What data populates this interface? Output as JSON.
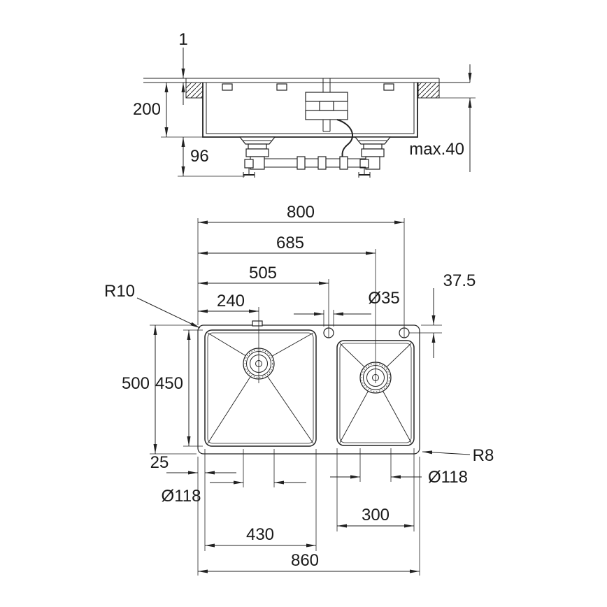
{
  "side_view": {
    "rim_height": "1",
    "bowl_depth": "200",
    "drain_clearance": "96",
    "counter_thickness": "max.40"
  },
  "plan_view": {
    "overall_width": "860",
    "width_to_right_hole": "800",
    "width_to_right_drain": "685",
    "width_to_center_hole": "505",
    "width_to_left_drain": "240",
    "faucet_hole_dia": "Ø35",
    "hole_offset": "37.5",
    "corner_radius_bowl": "R10",
    "corner_radius_outer": "R8",
    "overall_depth": "500",
    "bowl_depth": "450",
    "edge_offset": "25",
    "drain_dia_left": "Ø118",
    "drain_dia_right": "Ø118",
    "bowl_width_left": "430",
    "bowl_width_right": "300"
  }
}
